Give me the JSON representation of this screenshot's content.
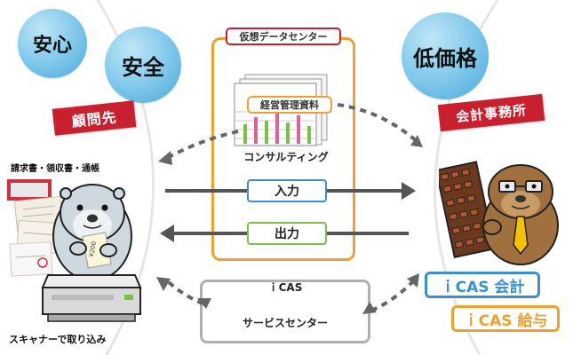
{
  "badges": {
    "anshin": "安心",
    "anzen": "安全",
    "teikakaku": "低価格"
  },
  "labels": {
    "client": "顧問先",
    "accounting_firm": "会計事務所"
  },
  "data_center": {
    "title": "仮想データセンター",
    "report": "経営管理資料",
    "consulting": "コンサルティング"
  },
  "flows": {
    "input": "入力",
    "output": "出力"
  },
  "service": {
    "line1": "ｉCAS",
    "line2": "サービスセンター"
  },
  "documents": {
    "caption": "請求書・領収書・通帳",
    "receipt_text": "¥200"
  },
  "scanner": {
    "caption": "スキャナーで取り込み"
  },
  "products": {
    "accounting": "ｉCAS 会計",
    "payroll": "ｉCAS 給与"
  },
  "colors": {
    "accent_red": "#c8202f",
    "dc_orange": "#f0a030",
    "input_blue": "#3a8fd0",
    "output_green": "#7cc04a",
    "service_gray": "#b0b0b0",
    "bubble_blue": "#7cc6ea"
  }
}
